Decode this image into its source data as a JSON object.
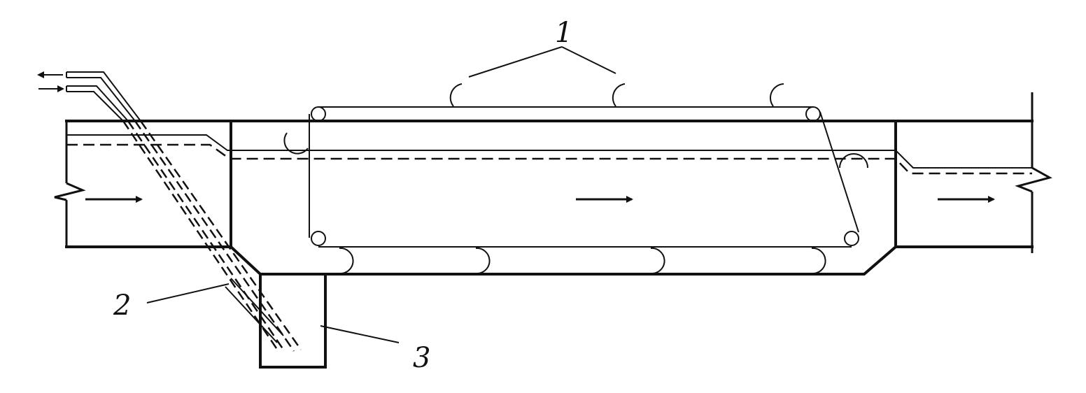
{
  "labels": {
    "flight_scraper": "1",
    "suction_pipe": "2",
    "sludge_hopper": "3"
  }
}
